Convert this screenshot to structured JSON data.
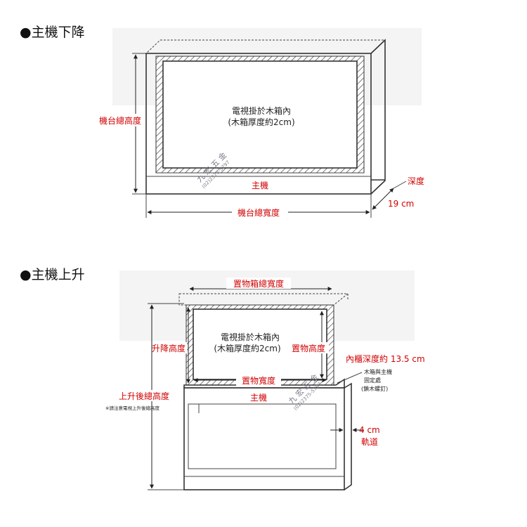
{
  "section_lowered": {
    "title": "●主機下降",
    "tv_note_line1": "電視掛於木箱內",
    "tv_note_line2": "(木箱厚度約2cm)",
    "total_height": "機台總高度",
    "host": "主機",
    "total_width": "機台總寬度",
    "depth": "深度",
    "depth_value": "19 cm"
  },
  "section_raised": {
    "title": "●主機上升",
    "box_total_width": "置物箱總寬度",
    "lift_height": "升降高度",
    "tv_note_line1": "電視掛於木箱內",
    "tv_note_line2": "(木箱厚度約2cm)",
    "storage_height": "置物高度",
    "inner_depth": "內櫃深度約 13.5 cm",
    "fixing_line1": "木箱與主機",
    "fixing_line2": "固定處",
    "fixing_line3": "(鎖木螺釘)",
    "storage_width": "置物寬度",
    "host": "主機",
    "total_height_raised": "上升後總高度",
    "total_height_note": "※請注意電視上升後總高度",
    "rail_value": "4 cm",
    "rail_label": "軌道"
  },
  "watermark": {
    "name": "九 宏 五 金",
    "phone": "(02)2375-5797"
  }
}
